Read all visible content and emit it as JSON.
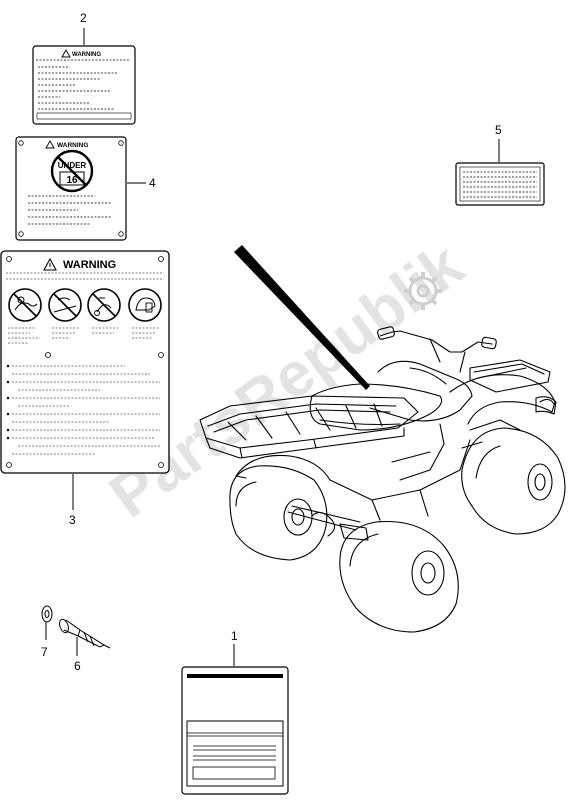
{
  "diagram": {
    "watermark": "PartsRepublik",
    "callouts": {
      "n1": "1",
      "n2": "2",
      "n3": "3",
      "n4": "4",
      "n5": "5",
      "n6": "6",
      "n7": "7"
    },
    "labels": {
      "label2_title": "WARNING",
      "label4_title": "WARNING",
      "label4_badge_top": "UNDER",
      "label4_badge_num": "16",
      "label3_title": "WARNING"
    }
  }
}
